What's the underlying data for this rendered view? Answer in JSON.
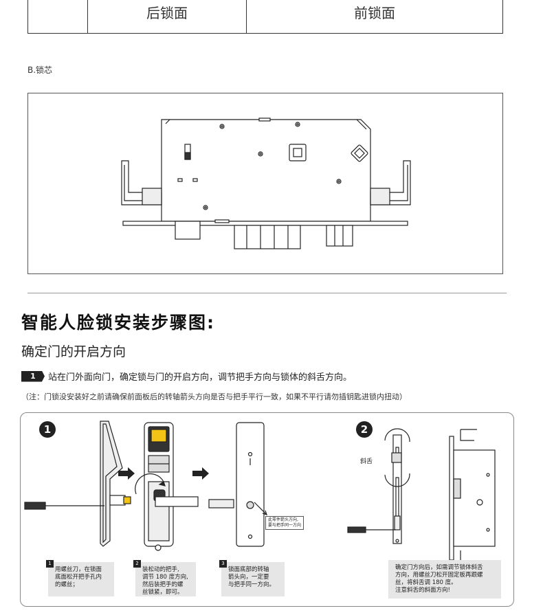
{
  "table": {
    "headers": [
      "",
      "后锁面",
      "前锁面"
    ]
  },
  "section_b": {
    "label": "B.锁芯"
  },
  "guide": {
    "title": "智能人脸锁安装步骤图:",
    "subtitle": "确定门的开启方向",
    "step1": {
      "number": "1",
      "text": "站在门外面向门，确定锁与门的开启方向，调节把手方向与锁体的斜舌方向。"
    },
    "note": "（注：门锁没安装好之前请确保前面板后的转轴箭头方向是否与把手平行一致，如果不平行请勿插钥匙进锁内扭动）"
  },
  "diagram": {
    "panel1_number": "1",
    "panel2_number": "2",
    "latch_label": "斜舌",
    "callout": [
      "此零件箭头方向,",
      "要与把手同一方向"
    ],
    "captions": [
      {
        "num": "1",
        "lines": [
          "用螺丝刀，在锁面",
          "底面松开把手孔内",
          "的螺丝；"
        ]
      },
      {
        "num": "2",
        "lines": [
          "装松动的把手,",
          "调节 180 度方向,",
          "然后装把手的螺",
          "丝锁紧，即可。"
        ]
      },
      {
        "num": "3",
        "lines": [
          "锁面底部的转轴",
          "箭头向，一定要",
          "与把手同一方向。"
        ]
      },
      {
        "num": "",
        "lines": [
          "确定门方向后，如需调节锁体斜舌",
          "方向，用螺丝刀松开固定板再跟螺",
          "丝，将斜舌调 180 度。",
          "注意斜舌的斜面方向!"
        ]
      }
    ]
  }
}
